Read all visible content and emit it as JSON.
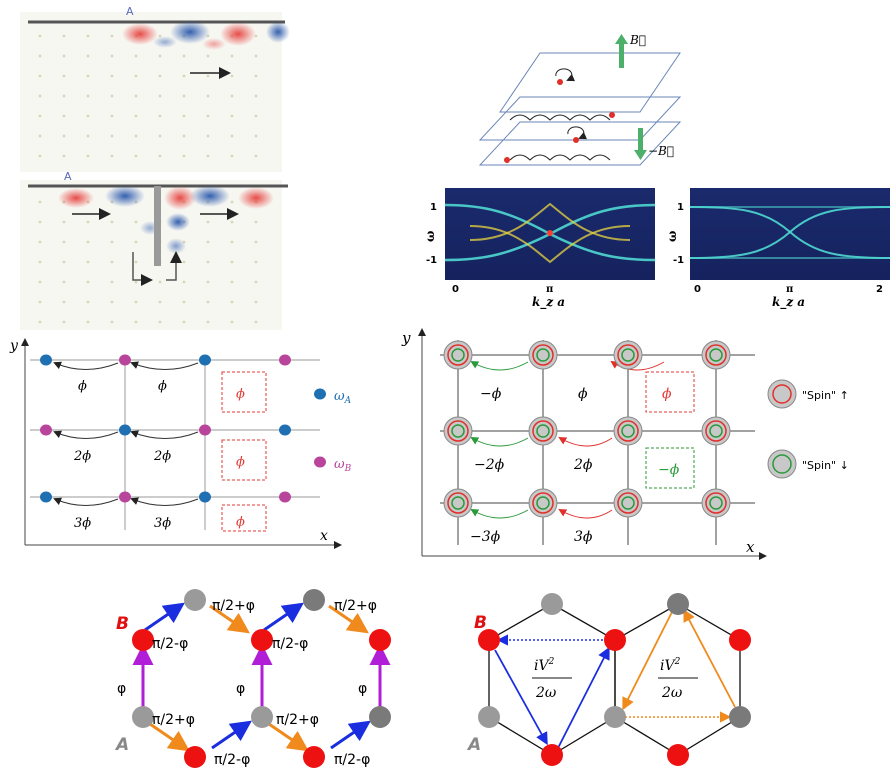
{
  "top_left": {
    "site_label_1": "A",
    "site_label_2": "A"
  },
  "top_right": {
    "field_up": "B⃗",
    "field_down": "−B⃗",
    "axis_y": "ω",
    "axis_x": "k_z a",
    "plot1_ticks_y": [
      "1",
      "-1"
    ],
    "plot1_ticks_x": [
      "0",
      "π"
    ],
    "plot2_ticks_y": [
      "1",
      "-1"
    ],
    "plot2_ticks_x": [
      "0",
      "π",
      "2"
    ]
  },
  "mid_left": {
    "y_axis": "y",
    "x_axis": "x",
    "row_phases": [
      "ϕ",
      "2ϕ",
      "3ϕ"
    ],
    "plaquette": "ϕ",
    "legend_a": "ω",
    "legend_a_sub": "A",
    "legend_b": "ω",
    "legend_b_sub": "B",
    "color_a": "#1f6fb3",
    "color_b": "#b8449b"
  },
  "mid_right": {
    "y_axis": "y",
    "x_axis": "x",
    "row1": [
      "−ϕ",
      "ϕ"
    ],
    "row2": [
      "−2ϕ",
      "2ϕ"
    ],
    "row3": [
      "−3ϕ",
      "3ϕ"
    ],
    "plaquette_up": "ϕ",
    "plaquette_down": "−ϕ",
    "legend_up": "\"Spin\" ↑",
    "legend_down": "\"Spin\" ↓"
  },
  "bottom_left": {
    "label_b": "B",
    "label_a": "A",
    "phase_plus": "π/2+φ",
    "phase_minus": "π/2-φ",
    "phi": "φ"
  },
  "bottom_right": {
    "label_b": "B",
    "label_a": "A",
    "coupling_num": "iV",
    "coupling_sup": "2",
    "coupling_den": "2ω"
  }
}
